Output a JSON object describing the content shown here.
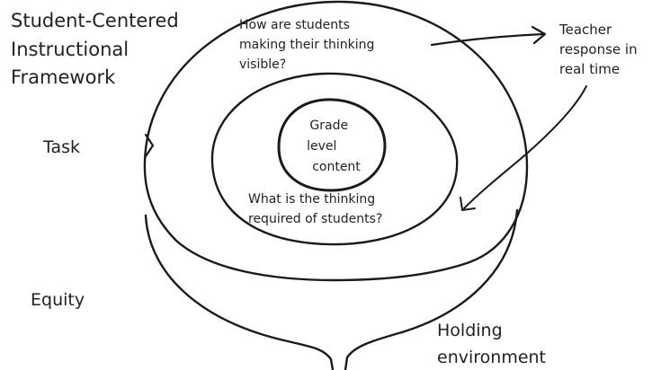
{
  "title_lines": [
    "Student-Centered",
    "Instructional",
    "Framework"
  ],
  "labels": {
    "task": "Task",
    "equity": "Equity",
    "teacher_response": [
      "Teacher",
      "response in",
      "real time"
    ],
    "holding_environment": [
      "Holding",
      "environment"
    ]
  },
  "circles": {
    "outer_question": [
      "How are students",
      "making their thinking",
      "visible?"
    ],
    "middle_question": [
      "What is the thinking",
      "required of students?"
    ],
    "center_text": [
      "Grade",
      "level",
      "content"
    ]
  },
  "colors": {
    "ink": "#1a1a1a",
    "background": "#ffffff"
  }
}
